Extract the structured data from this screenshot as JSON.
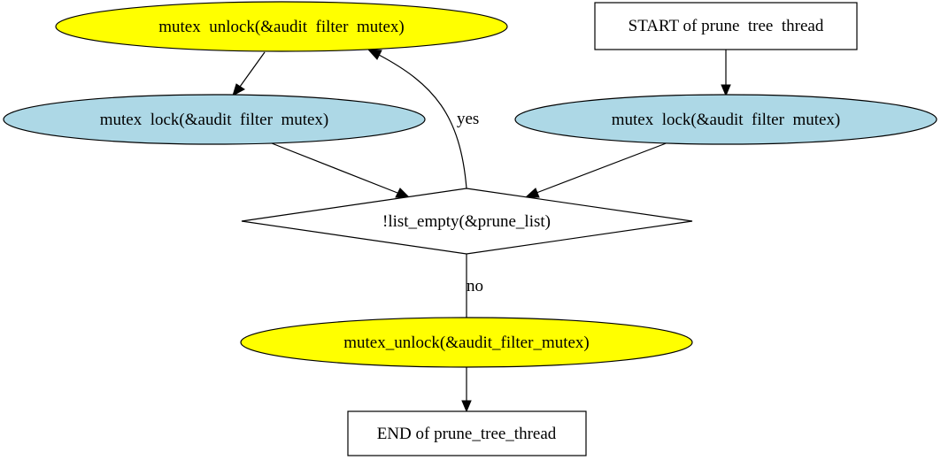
{
  "colors": {
    "unlock_fill": "#ffff00",
    "lock_fill": "#add8e6",
    "box_fill": "#ffffff",
    "diamond_fill": "#ffffff",
    "stroke": "#000000"
  },
  "nodes": {
    "start": {
      "label": "START of prune  tree  thread",
      "shape": "box"
    },
    "lock_right": {
      "label": "mutex  lock(&audit  filter  mutex)",
      "shape": "ellipse"
    },
    "unlock_top": {
      "label": "mutex  unlock(&audit  filter  mutex)",
      "shape": "ellipse"
    },
    "lock_left": {
      "label": "mutex  lock(&audit  filter  mutex)",
      "shape": "ellipse"
    },
    "decision": {
      "label": "!list_empty(&prune_list)",
      "shape": "diamond"
    },
    "unlock_bottom": {
      "label": "mutex_unlock(&audit_filter_mutex)",
      "shape": "ellipse"
    },
    "end": {
      "label": "END of prune_tree_thread",
      "shape": "box"
    }
  },
  "edges": {
    "start_to_lock_right": {
      "from": "start",
      "to": "lock_right",
      "label": ""
    },
    "lock_right_to_decision": {
      "from": "lock_right",
      "to": "decision",
      "label": ""
    },
    "decision_to_unlock_top": {
      "from": "decision",
      "to": "unlock_top",
      "label": "yes"
    },
    "unlock_top_to_lock_left": {
      "from": "unlock_top",
      "to": "lock_left",
      "label": ""
    },
    "lock_left_to_decision": {
      "from": "lock_left",
      "to": "decision",
      "label": ""
    },
    "decision_to_unlock_bottom": {
      "from": "decision",
      "to": "unlock_bottom",
      "label": "no"
    },
    "unlock_bottom_to_end": {
      "from": "unlock_bottom",
      "to": "end",
      "label": ""
    }
  }
}
